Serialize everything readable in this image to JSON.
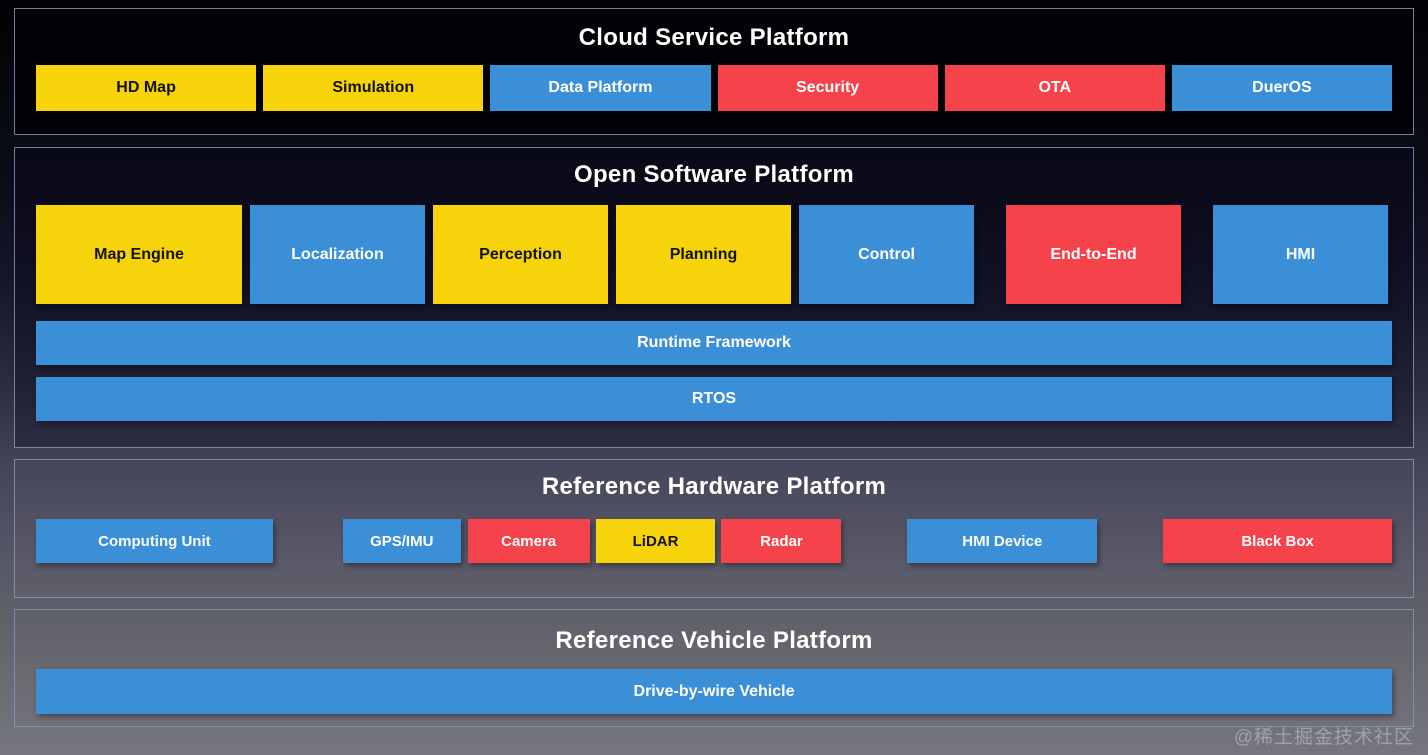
{
  "colors": {
    "yellow": "#F6D30A",
    "blue": "#3B8FD6",
    "red": "#F4434B"
  },
  "watermark": "@稀土掘金技术社区",
  "cloud": {
    "title": "Cloud Service Platform",
    "items": [
      {
        "label": "HD Map",
        "bg": "#F6D30A"
      },
      {
        "label": "Simulation",
        "bg": "#F6D30A"
      },
      {
        "label": "Data Platform",
        "bg": "#3B8FD6"
      },
      {
        "label": "Security",
        "bg": "#F4434B"
      },
      {
        "label": "OTA",
        "bg": "#F4434B"
      },
      {
        "label": "DuerOS",
        "bg": "#3B8FD6"
      }
    ]
  },
  "software": {
    "title": "Open Software Platform",
    "modules": [
      {
        "label": "Map Engine",
        "bg": "#F6D30A"
      },
      {
        "label": "Localization",
        "bg": "#3B8FD6"
      },
      {
        "label": "Perception",
        "bg": "#F6D30A"
      },
      {
        "label": "Planning",
        "bg": "#F6D30A"
      },
      {
        "label": "Control",
        "bg": "#3B8FD6"
      },
      {
        "label": "End-to-End",
        "bg": "#F4434B"
      },
      {
        "label": "HMI",
        "bg": "#3B8FD6"
      }
    ],
    "runtime": {
      "label": "Runtime Framework",
      "bg": "#3B8FD6"
    },
    "rtos": {
      "label": "RTOS",
      "bg": "#3B8FD6"
    }
  },
  "hardware": {
    "title": "Reference Hardware Platform",
    "items": [
      {
        "label": "Computing Unit",
        "bg": "#3B8FD6"
      },
      {
        "label": "GPS/IMU",
        "bg": "#3B8FD6"
      },
      {
        "label": "Camera",
        "bg": "#F4434B"
      },
      {
        "label": "LiDAR",
        "bg": "#F6D30A"
      },
      {
        "label": "Radar",
        "bg": "#F4434B"
      },
      {
        "label": "HMI Device",
        "bg": "#3B8FD6"
      },
      {
        "label": "Black Box",
        "bg": "#F4434B"
      }
    ]
  },
  "vehicle": {
    "title": "Reference Vehicle Platform",
    "bar": {
      "label": "Drive-by-wire Vehicle",
      "bg": "#3B8FD6"
    }
  }
}
